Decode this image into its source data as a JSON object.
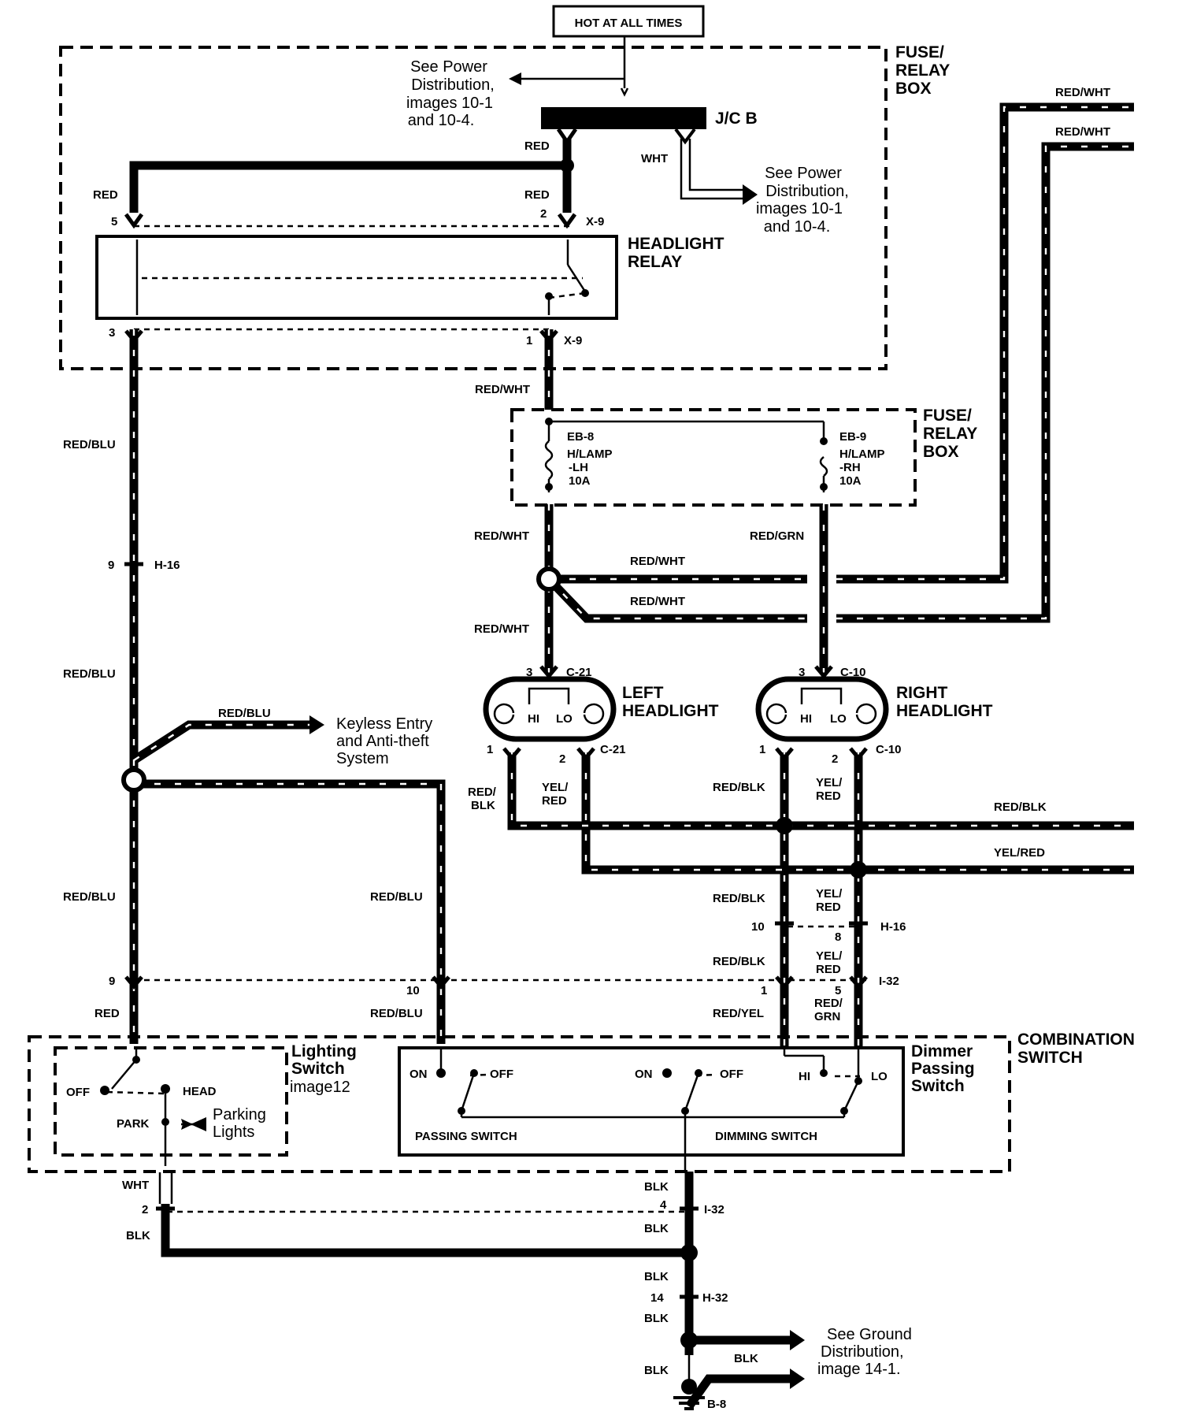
{
  "header": {
    "hot_label": "HOT AT ALL TIMES"
  },
  "boxes": {
    "fuse_relay_top": [
      "FUSE/",
      "RELAY",
      "BOX"
    ],
    "fuse_relay_mid": [
      "FUSE/",
      "RELAY",
      "BOX"
    ],
    "combination_switch": [
      "COMBINATION",
      "SWITCH"
    ]
  },
  "components": {
    "jcb": "J/C B",
    "headlight_relay": [
      "HEADLIGHT",
      "RELAY"
    ],
    "fuse_lh": [
      "EB-8",
      "H/LAMP",
      "-LH",
      "10A"
    ],
    "fuse_rh": [
      "EB-9",
      "H/LAMP",
      "-RH",
      "10A"
    ],
    "left_headlight": [
      "LEFT",
      "HEADLIGHT"
    ],
    "right_headlight": [
      "RIGHT",
      "HEADLIGHT"
    ],
    "hi": "HI",
    "lo": "LO",
    "lighting_switch": [
      "Lighting",
      "Switch",
      "image12"
    ],
    "dimmer_switch": [
      "Dimmer",
      "Passing",
      "Switch"
    ],
    "off": "OFF",
    "head": "HEAD",
    "park": "PARK",
    "on": "ON",
    "passing_switch": "PASSING SWITCH",
    "dimming_switch": "DIMMING SWITCH",
    "parking_lights": [
      "Parking",
      "Lights"
    ]
  },
  "notes": {
    "power_dist_1": [
      "See Power",
      "Distribution,",
      "images 10-1",
      "and 10-4."
    ],
    "power_dist_2": [
      "See Power",
      "Distribution,",
      "images 10-1",
      "and 10-4."
    ],
    "keyless": [
      "Keyless Entry",
      "and Anti-theft",
      "System"
    ],
    "ground": [
      "See Ground",
      "Distribution,",
      "image 14-1."
    ]
  },
  "wires": {
    "red": "RED",
    "wht": "WHT",
    "blk": "BLK",
    "red_wht": "RED/WHT",
    "red_blu": "RED/BLU",
    "red_grn": "RED/GRN",
    "red_blk": "RED/BLK",
    "yel_red": "YEL/RED",
    "red_blk_stack": [
      "RED/",
      "BLK"
    ],
    "yel_red_stack": [
      "YEL/",
      "RED"
    ],
    "red_grn_stack": [
      "RED/",
      "GRN"
    ],
    "red_yel": "RED/YEL"
  },
  "connectors": {
    "x9": "X-9",
    "h16": "H-16",
    "c21": "C-21",
    "c10": "C-10",
    "i32": "I-32",
    "h32": "H-32",
    "b8": "B-8"
  },
  "pins": {
    "p1": "1",
    "p2": "2",
    "p3": "3",
    "p4": "4",
    "p5": "5",
    "p8": "8",
    "p9": "9",
    "p10": "10",
    "p14": "14"
  }
}
